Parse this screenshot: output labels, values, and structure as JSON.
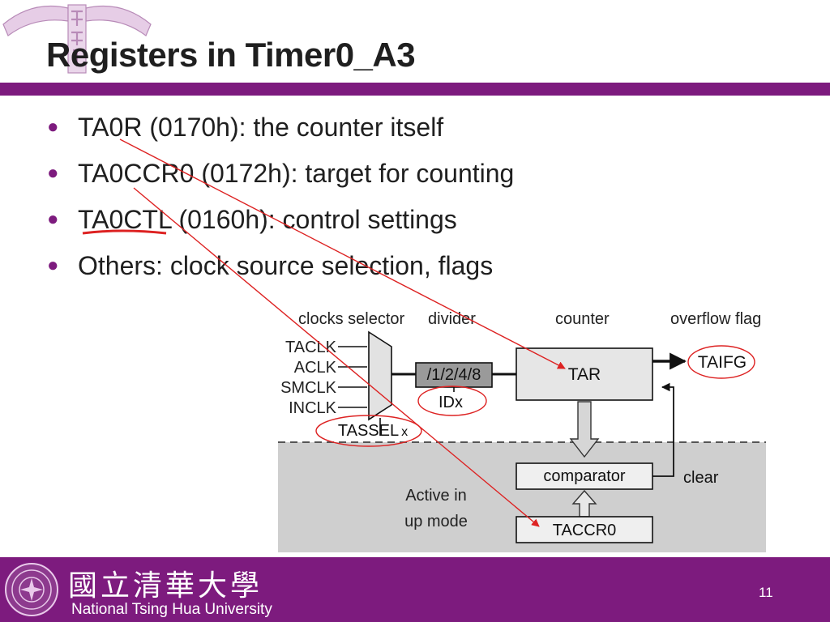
{
  "slide": {
    "title": "Registers in Timer0_A3",
    "bullets": [
      "TA0R (0170h): the counter itself",
      "TA0CCR0 (0172h): target for counting",
      "TA0CTL (0160h): control settings",
      "Others: clock source selection, flags"
    ]
  },
  "diagram": {
    "headers": {
      "clocks_selector": "clocks selector",
      "divider": "divider",
      "counter": "counter",
      "overflow_flag": "overflow flag"
    },
    "clock_inputs": [
      "TACLK",
      "ACLK",
      "SMCLK",
      "INCLK"
    ],
    "divider_label": "/1/2/4/8",
    "idx_label": "IDx",
    "tassel_label": "TASSEL",
    "tassel_suffix": "x",
    "tar_label": "TAR",
    "taifg_label": "TAIFG",
    "comparator_label": "comparator",
    "clear_label": "clear",
    "taccr0_label": "TACCR0",
    "mode_line1": "Active in",
    "mode_line2": "up mode"
  },
  "footer": {
    "university_cn": "國立清華大學",
    "university_en": "National Tsing Hua University",
    "page_number": "11"
  },
  "colors": {
    "brand_purple": "#7d1b7e",
    "annotation_red": "#dd2222",
    "diagram_shade": "#cfcfcf"
  }
}
